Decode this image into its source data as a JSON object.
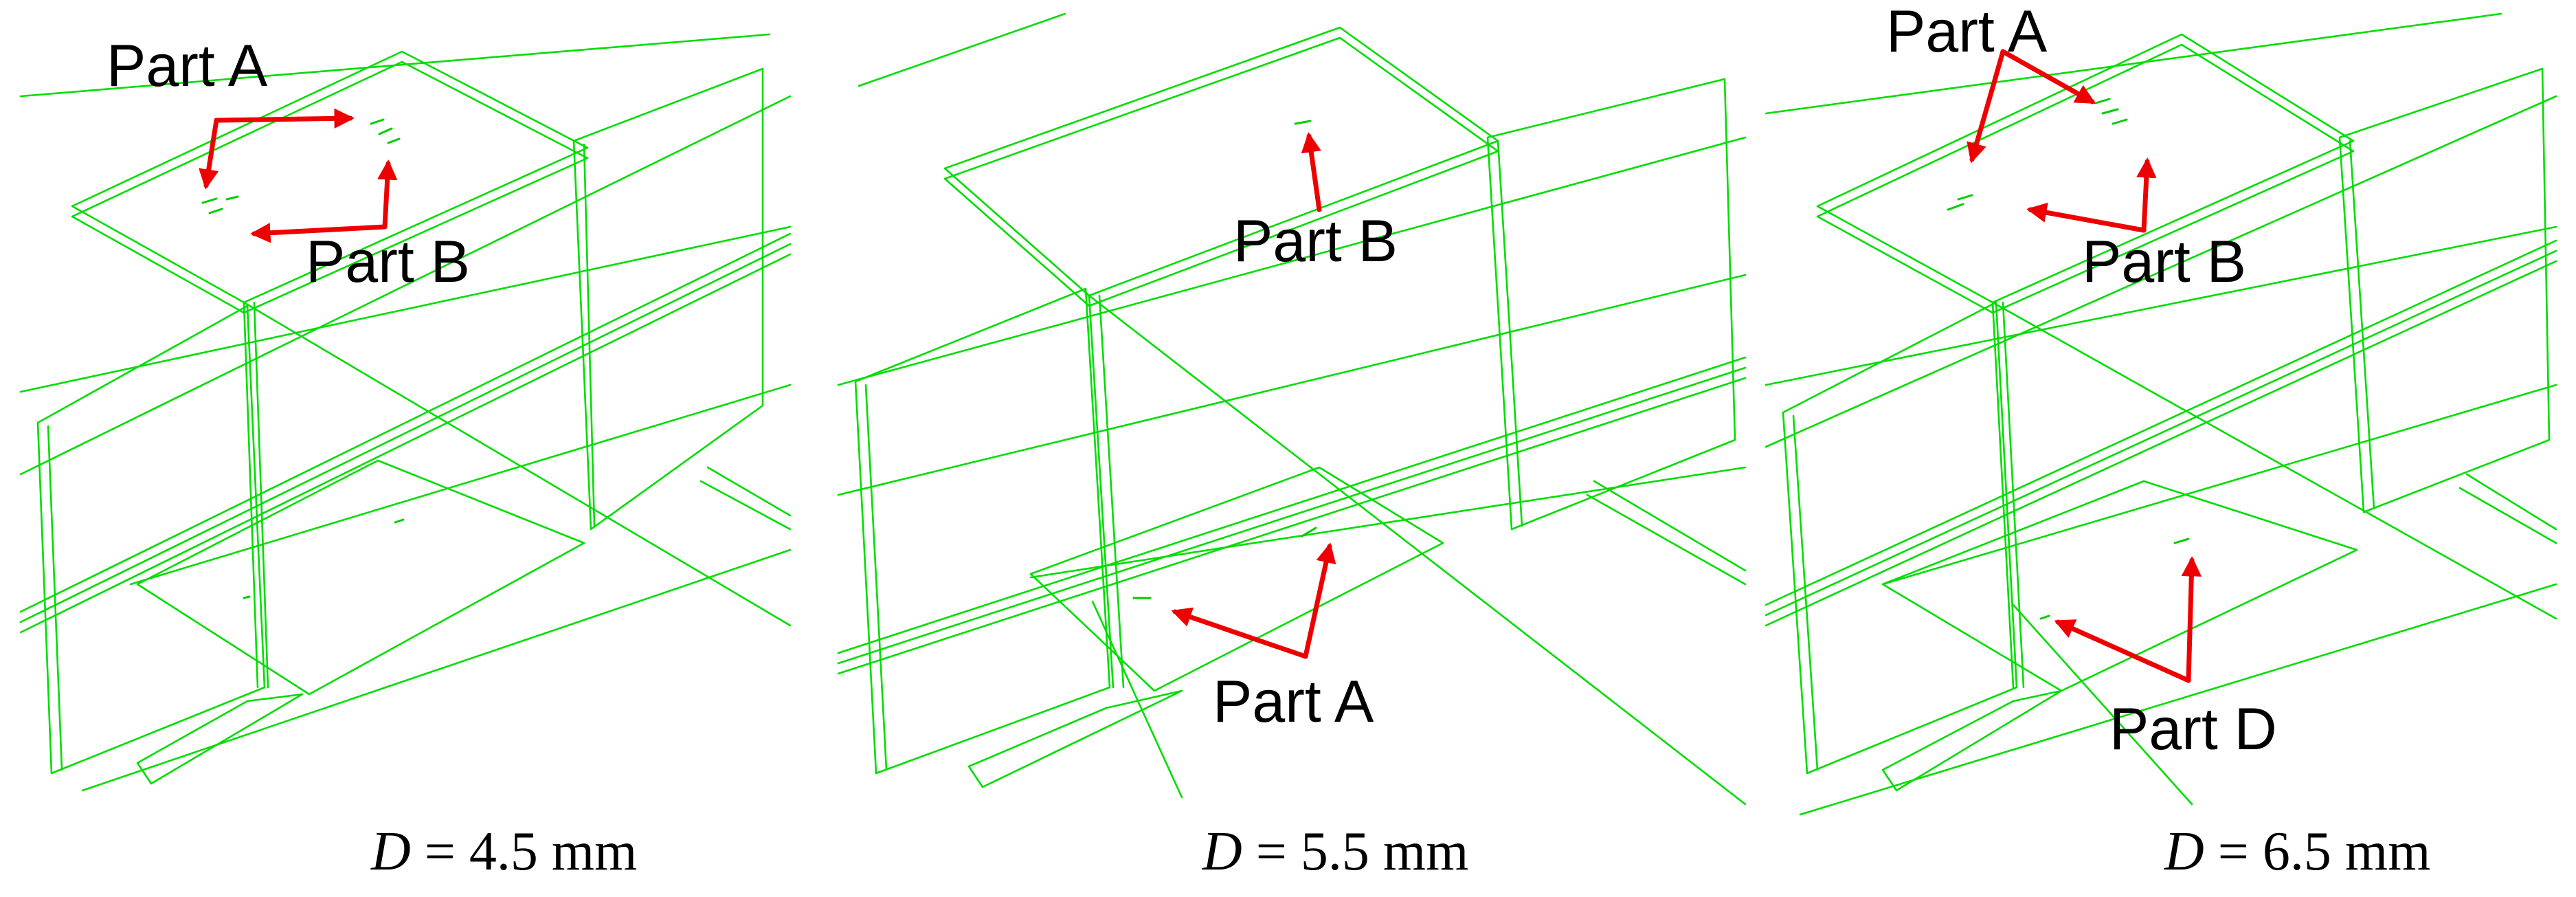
{
  "accent_colors": {
    "mesh": "#00dd00",
    "arrow": "#ee0000"
  },
  "panels": [
    {
      "caption": {
        "variable": "D",
        "value": " = 4.5 mm"
      },
      "labels": [
        "Part A",
        "Part B"
      ]
    },
    {
      "caption": {
        "variable": "D",
        "value": " = 5.5 mm"
      },
      "labels": [
        "Part B",
        "Part A"
      ]
    },
    {
      "caption": {
        "variable": "D",
        "value": " = 6.5 mm"
      },
      "labels": [
        "Part A",
        "Part B",
        "Part D"
      ]
    }
  ]
}
